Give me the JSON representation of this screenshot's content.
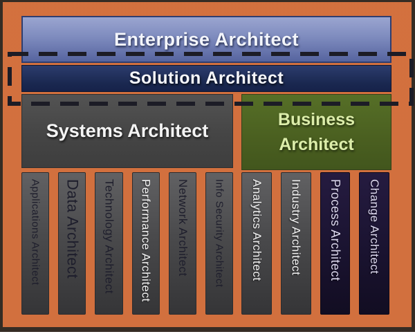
{
  "diagram": {
    "enterprise_banner": {
      "label": "Enterprise Architect"
    },
    "solution_banner": {
      "label": "Solution Architect"
    },
    "systems_box": {
      "label": "Systems Architect"
    },
    "business_box": {
      "label": "Business Architect"
    },
    "systems_columns": [
      {
        "label": "Applications Architect"
      },
      {
        "label": "Data Architect"
      },
      {
        "label": "Technology Architect"
      },
      {
        "label": "Performance Architect"
      },
      {
        "label": "Network Architect"
      },
      {
        "label": "Info Security Architect"
      }
    ],
    "business_columns": [
      {
        "label": "Analytics Architect"
      },
      {
        "label": "Industry Architect"
      },
      {
        "label": "Process Architect"
      },
      {
        "label": "Change Architect"
      }
    ],
    "colors": {
      "background_orange": "#d2703e",
      "frame_border": "#352c24",
      "enterprise_blue_top": "#9aa5d0",
      "enterprise_blue_bottom": "#56649f",
      "solution_navy": "#1a2850",
      "systems_gray": "#464646",
      "business_olive": "#4a5f20",
      "business_text_green": "#dcedaa",
      "column_gray": "#4a4a4c",
      "column_dark_purple": "#1a1330",
      "dashed_line": "#1c1c26"
    }
  }
}
